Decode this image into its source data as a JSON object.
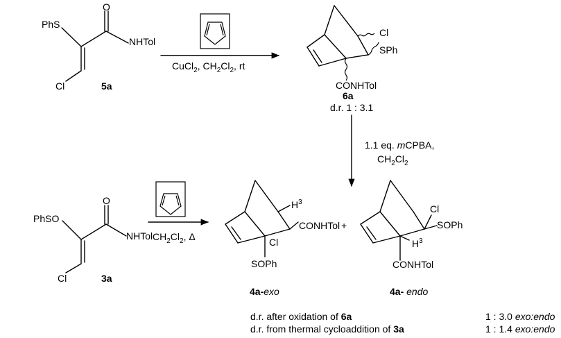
{
  "compounds": {
    "c5a": {
      "phs": "PhS",
      "o": "O",
      "nhtol": "NHTol",
      "cl": "Cl",
      "id": "5a"
    },
    "c6a": {
      "cl": "Cl",
      "sph": "SPh",
      "conhtol": "CONHTol",
      "id": "6a",
      "dr": "d.r. 1 : 3.1"
    },
    "c3a": {
      "phso": "PhSO",
      "o": "O",
      "nhtol": "NHTol",
      "cl": "Cl",
      "id": "3a"
    },
    "exo": {
      "h3": "H",
      "sup": "3",
      "conhtol": "CONHTol",
      "plus": "+",
      "cl": "Cl",
      "soph": "SOPh",
      "id": "4a-",
      "tag": "exo"
    },
    "endo": {
      "cl": "Cl",
      "soph": "SOPh",
      "h3": "H",
      "sup": "3",
      "conhtol": "CONHTol",
      "id": "4a-",
      "tag": " endo"
    }
  },
  "conditions": {
    "top": {
      "a": "CuCl",
      "a2": "2",
      "b": ", CH",
      "b2": "2",
      "c": "Cl",
      "c2": "2",
      "d": ", rt"
    },
    "vertical": {
      "line1a": "1.1 eq. ",
      "line1b": "m",
      "line1c": "CPBA,",
      "line2a": "CH",
      "line2b": "2",
      "line2c": "Cl",
      "line2d": "2"
    },
    "bottom": {
      "a": "CH",
      "a2": "2",
      "b": "Cl",
      "b2": "2",
      "c": ", Δ"
    }
  },
  "summary": [
    {
      "label": "d.r. after oxidation of ",
      "bold": "6a",
      "ratio": "1 : 3.0 ",
      "tag": "exo:endo"
    },
    {
      "label": "d.r. from thermal cycloaddition of ",
      "bold": "3a",
      "ratio": "1 : 1.4 ",
      "tag": "exo:endo"
    }
  ]
}
